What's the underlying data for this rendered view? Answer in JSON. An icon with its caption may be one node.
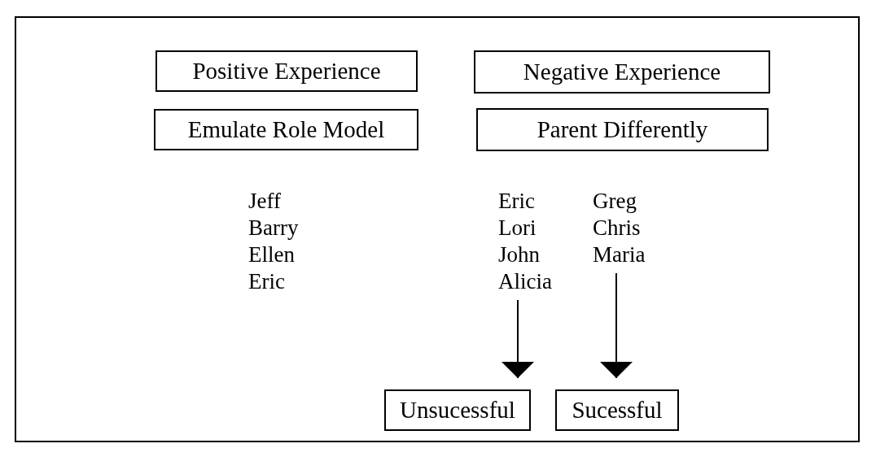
{
  "diagram": {
    "nodes": [
      {
        "text": [
          "Positive Experience"
        ]
      },
      {
        "text": [
          "Negative Experience"
        ]
      },
      {
        "text": [
          "Emulate Role Model"
        ]
      },
      {
        "text": [
          "Parent Differently"
        ]
      },
      {
        "text": [
          "Eric",
          "Lori",
          "John",
          "Alicia"
        ]
      },
      {
        "text": [
          "Greg",
          "Chris",
          "Maria"
        ]
      },
      {
        "text": [
          "Unsucessful"
        ]
      },
      {
        "text": [
          "Sucessful"
        ]
      }
    ],
    "edges": [
      {
        "from": 4,
        "to": 6,
        "arrow": "to"
      },
      {
        "from": 5,
        "to": 7,
        "arrow": "to"
      }
    ],
    "labels": [
      "Jeff",
      "Barry",
      "Ellen",
      "Eric"
    ]
  }
}
